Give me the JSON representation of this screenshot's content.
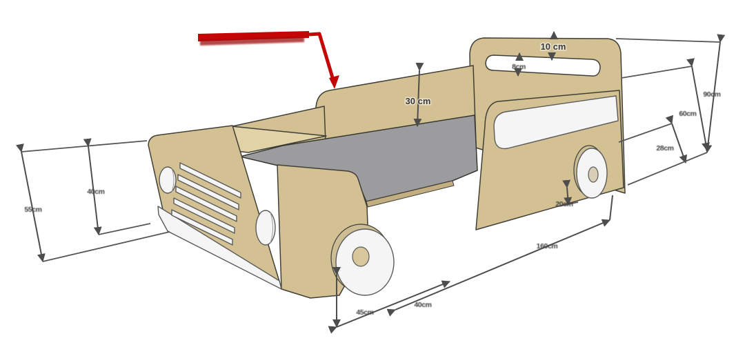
{
  "drawing": {
    "kind": "3d-dimensioned-furniture-drawing",
    "subject": "car / jeep shaped toddler bed rendered in SketchUp style with measurement lines",
    "background_color": "#ffffff",
    "colors": {
      "plywood_tan": "#d3c093",
      "plywood_light": "#e2d2a8",
      "mattress_deck_gray": "#9c9c9e",
      "white_trim": "#f5f5f5",
      "outline": "#3f3f37",
      "dimension_line": "#4d4d4d",
      "annotation_red": "#c40606"
    }
  },
  "annotation": {
    "description": "illegible red note at top-left with thick red arrow pointing to the top edge of the far side panel",
    "color": "#c40606"
  },
  "dimensions": {
    "headboard_top_bar": {
      "label": "10 cm",
      "legible": true
    },
    "headboard_slot": {
      "label": "8cm",
      "legible": false
    },
    "side_panel_height": {
      "label": "30 cm",
      "legible": true
    },
    "front_total_height": {
      "label": "55cm",
      "legible": false
    },
    "front_hood_height": {
      "label": "40cm",
      "legible": false
    },
    "rear_total_height": {
      "label": "90cm",
      "legible": false
    },
    "headboard_height": {
      "label": "60cm",
      "legible": false
    },
    "rail_height": {
      "label": "28cm",
      "legible": false
    },
    "wheel_clearance": {
      "label": "20cm",
      "legible": false
    },
    "bed_length": {
      "label": "160cm",
      "legible": false
    },
    "bottom_mid": {
      "label": "40cm",
      "legible": false
    },
    "front_overhang": {
      "label": "45cm",
      "legible": false
    }
  },
  "note": "labels marked legible:false are rendered too small/blurry to read in the source image; values are best-effort readings"
}
